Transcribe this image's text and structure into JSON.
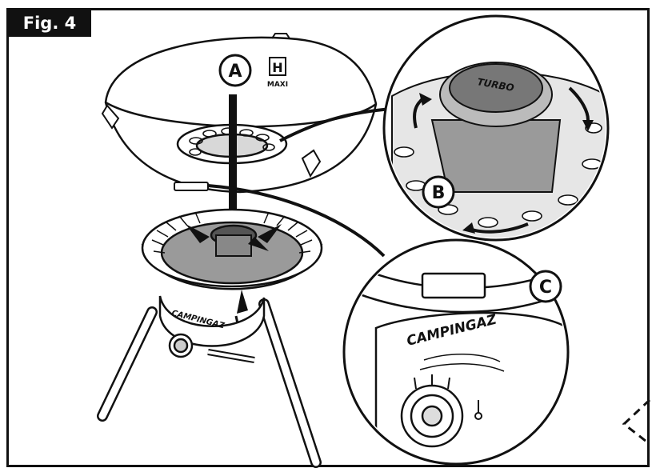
{
  "figure": {
    "label": "Fig. 4"
  },
  "callouts": {
    "a": "A",
    "b": "B",
    "c": "C"
  },
  "markings": {
    "fuel_icon": "H",
    "fuel_text": "MAXI",
    "brand": "CAMPINGAZ",
    "burner_brand": "TURBO"
  },
  "colors": {
    "line": "#111111",
    "shade": "#9a9a9a",
    "light": "#e6e6e6"
  }
}
